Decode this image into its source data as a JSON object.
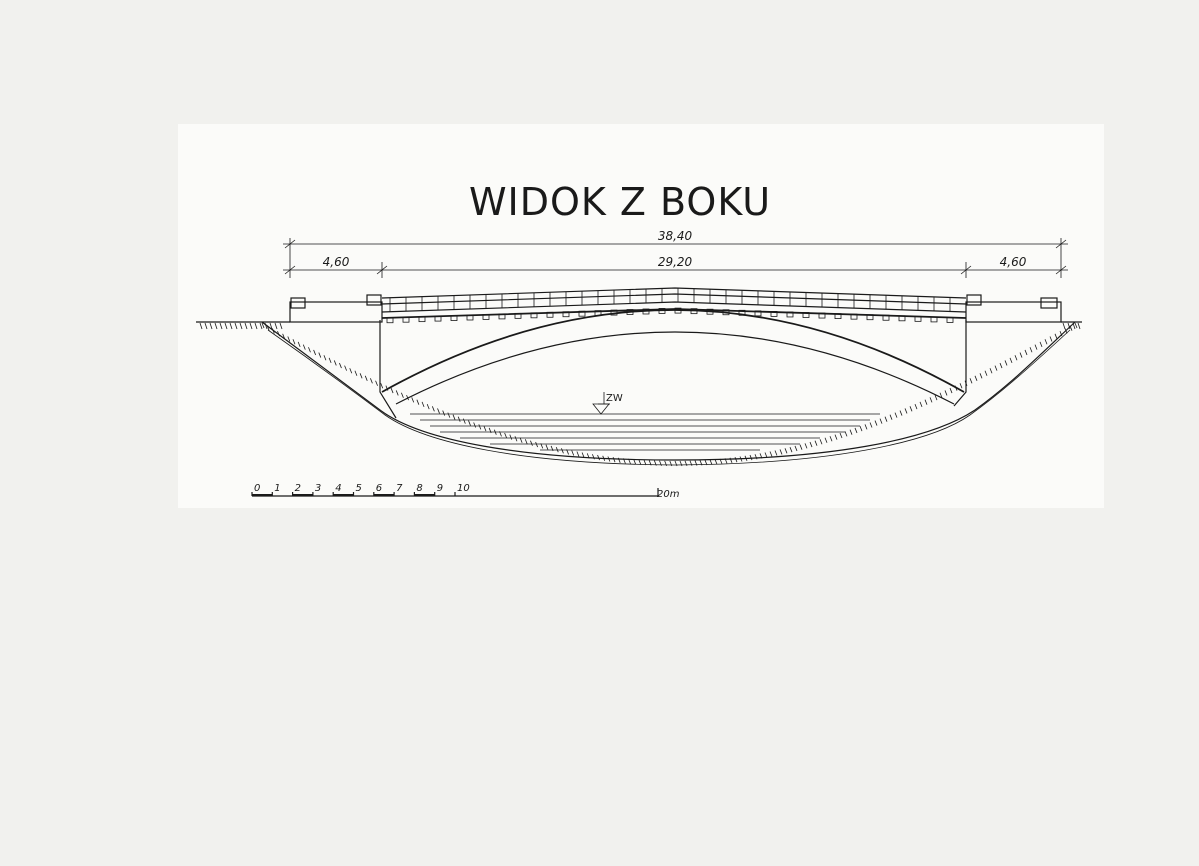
{
  "drawing": {
    "title": "WIDOK Z BOKU",
    "dimensions": {
      "total": "38,40",
      "left_approach": "4,60",
      "main_span": "29,20",
      "right_approach": "4,60"
    },
    "water_level_label": "ZW",
    "scale_bar": {
      "ticks": [
        "0",
        "1",
        "2",
        "3",
        "4",
        "5",
        "6",
        "7",
        "8",
        "9",
        "10"
      ],
      "end_label": "20m"
    }
  }
}
